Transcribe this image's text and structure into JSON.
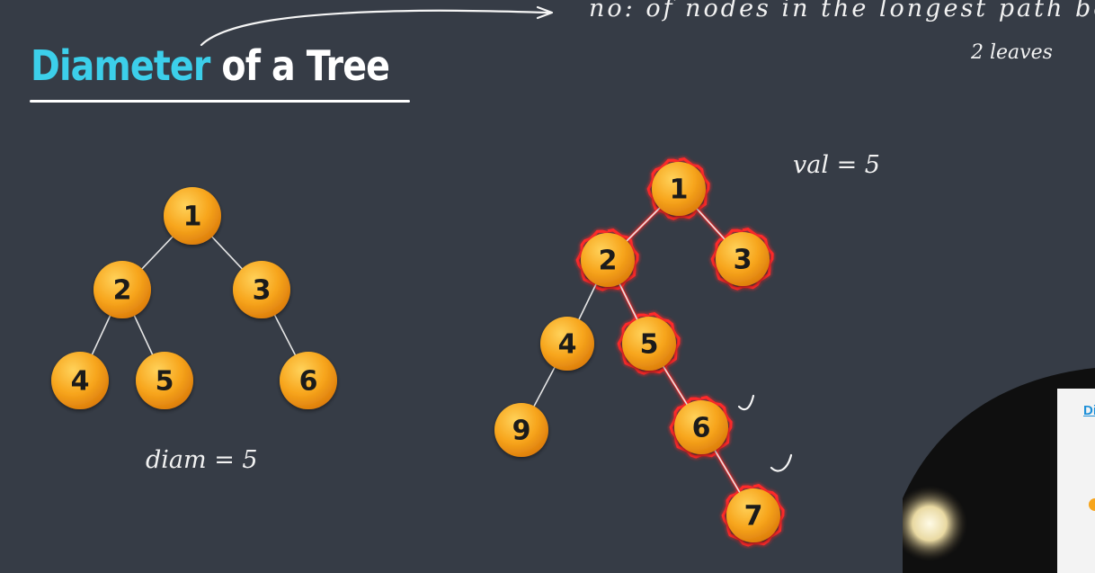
{
  "title": {
    "word1": "Diameter",
    "word2": "of a Tree"
  },
  "annotations": {
    "definition_line1": "no: of nodes in the longest path betw",
    "definition_line2": "2 leaves",
    "left_result": "diam = 5",
    "right_result": "val = 5"
  },
  "trees": [
    {
      "name": "left-tree",
      "nodes": [
        {
          "id": "1",
          "label": "1"
        },
        {
          "id": "2",
          "label": "2"
        },
        {
          "id": "3",
          "label": "3"
        },
        {
          "id": "4",
          "label": "4"
        },
        {
          "id": "5",
          "label": "5"
        },
        {
          "id": "6",
          "label": "6"
        }
      ],
      "edges": [
        [
          "1",
          "2"
        ],
        [
          "1",
          "3"
        ],
        [
          "2",
          "4"
        ],
        [
          "2",
          "5"
        ],
        [
          "3",
          "6"
        ]
      ],
      "highlighted": []
    },
    {
      "name": "right-tree",
      "nodes": [
        {
          "id": "1",
          "label": "1"
        },
        {
          "id": "2",
          "label": "2"
        },
        {
          "id": "3",
          "label": "3"
        },
        {
          "id": "4",
          "label": "4"
        },
        {
          "id": "5",
          "label": "5"
        },
        {
          "id": "9",
          "label": "9"
        },
        {
          "id": "6",
          "label": "6"
        },
        {
          "id": "7",
          "label": "7"
        }
      ],
      "edges": [
        [
          "1",
          "2"
        ],
        [
          "1",
          "3"
        ],
        [
          "2",
          "4"
        ],
        [
          "2",
          "5"
        ],
        [
          "4",
          "9"
        ],
        [
          "5",
          "6"
        ],
        [
          "6",
          "7"
        ]
      ],
      "highlighted": [
        "1",
        "2",
        "3",
        "5",
        "6",
        "7"
      ]
    }
  ],
  "webcam": {
    "tab_label": "Di"
  },
  "colors": {
    "background": "#363c46",
    "node_fill": "#f7a51c",
    "highlight": "#ff2a2a",
    "title_accent": "#3ccfea"
  }
}
